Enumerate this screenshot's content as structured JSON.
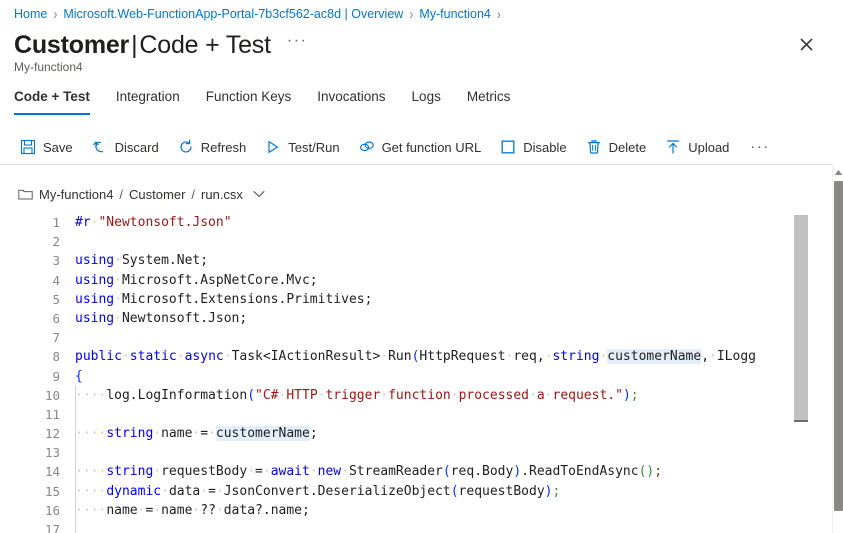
{
  "breadcrumb": {
    "items": [
      {
        "label": "Home"
      },
      {
        "label": "Microsoft.Web-FunctionApp-Portal-7b3cf562-ac8d | Overview"
      },
      {
        "label": "My-function4"
      }
    ],
    "separator": "›"
  },
  "header": {
    "title_main": "Customer",
    "title_divider": "|",
    "title_sub": "Code + Test",
    "overflow_label": "···",
    "subtitle": "My-function4",
    "close_icon": "close-icon"
  },
  "tabs": [
    {
      "label": "Code + Test",
      "active": true
    },
    {
      "label": "Integration",
      "active": false
    },
    {
      "label": "Function Keys",
      "active": false
    },
    {
      "label": "Invocations",
      "active": false
    },
    {
      "label": "Logs",
      "active": false
    },
    {
      "label": "Metrics",
      "active": false
    }
  ],
  "toolbar": {
    "items": [
      {
        "label": "Save",
        "icon": "save-icon"
      },
      {
        "label": "Discard",
        "icon": "discard-icon"
      },
      {
        "label": "Refresh",
        "icon": "refresh-icon"
      },
      {
        "label": "Test/Run",
        "icon": "play-icon"
      },
      {
        "label": "Get function URL",
        "icon": "link-icon"
      },
      {
        "label": "Disable",
        "icon": "checkbox-icon"
      },
      {
        "label": "Delete",
        "icon": "trash-icon"
      },
      {
        "label": "Upload",
        "icon": "upload-icon"
      }
    ],
    "more_label": "···"
  },
  "pathbar": {
    "folder_icon": "folder-icon",
    "segments": [
      "My-function4",
      "Customer",
      "run.csx"
    ],
    "separator": "/",
    "chevron_icon": "chevron-down-icon"
  },
  "editor": {
    "language": "csharp",
    "first_line": 1,
    "last_visible_line": 17,
    "selected_token": "customerName",
    "lines": [
      {
        "n": "1",
        "text": "#r \"Newtonsoft.Json\""
      },
      {
        "n": "2",
        "text": ""
      },
      {
        "n": "3",
        "text": "using System.Net;"
      },
      {
        "n": "4",
        "text": "using Microsoft.AspNetCore.Mvc;"
      },
      {
        "n": "5",
        "text": "using Microsoft.Extensions.Primitives;"
      },
      {
        "n": "6",
        "text": "using Newtonsoft.Json;"
      },
      {
        "n": "7",
        "text": ""
      },
      {
        "n": "8",
        "text": "public static async Task<IActionResult> Run(HttpRequest req, string customerName, ILogg"
      },
      {
        "n": "9",
        "text": "{"
      },
      {
        "n": "10",
        "text": "    log.LogInformation(\"C# HTTP trigger function processed a request.\");"
      },
      {
        "n": "11",
        "text": ""
      },
      {
        "n": "12",
        "text": "    string name = customerName;"
      },
      {
        "n": "13",
        "text": ""
      },
      {
        "n": "14",
        "text": "    string requestBody = await new StreamReader(req.Body).ReadToEndAsync();"
      },
      {
        "n": "15",
        "text": "    dynamic data = JsonConvert.DeserializeObject(requestBody);"
      },
      {
        "n": "16",
        "text": "    name = name ?? data?.name;"
      },
      {
        "n": "17",
        "text": ""
      }
    ]
  },
  "colors": {
    "accent": "#0078d4",
    "link": "#0078d4",
    "text": "#323130",
    "muted": "#605e5c",
    "keyword": "#0000ff",
    "string": "#a31515",
    "selection": "#e4eefa"
  }
}
